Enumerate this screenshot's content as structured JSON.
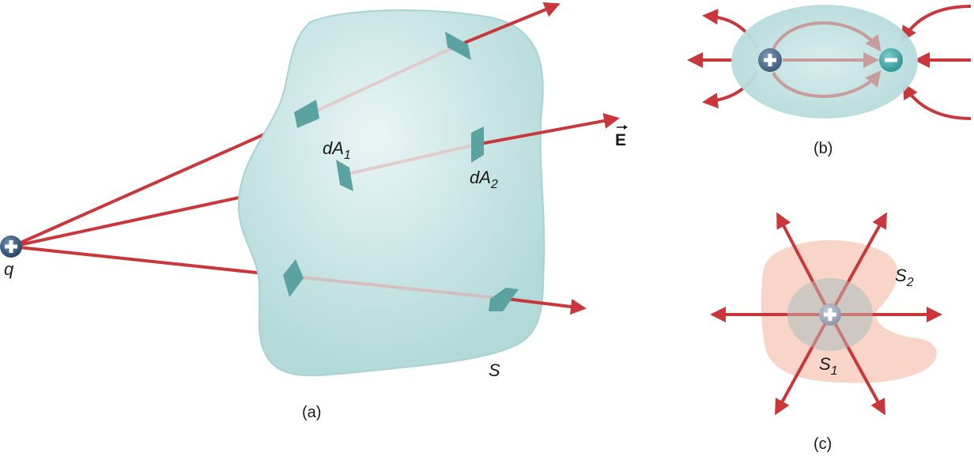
{
  "panel_a": {
    "caption": "(a)",
    "charge_label": "q",
    "area1_label": {
      "main": "dA",
      "sub": "1"
    },
    "area2_label": {
      "main": "dA",
      "sub": "2"
    },
    "field_label": "E",
    "surface_label": "S"
  },
  "panel_b": {
    "caption": "(b)"
  },
  "panel_c": {
    "caption": "(c)",
    "inner_surface_label": {
      "main": "S",
      "sub": "1"
    },
    "outer_surface_label": {
      "main": "S",
      "sub": "2"
    }
  },
  "colors": {
    "field_line": "#c9373a",
    "surface_teal": "#bfe0e0",
    "surface_outline_teal": "#9fcfcf",
    "patch": "#5aa3a0",
    "positive_charge": "#3a5b7f",
    "negative_charge": "#3aa7a5",
    "surface_pink": "#f8d2c6",
    "surface_gray": "#c9c7c0"
  }
}
